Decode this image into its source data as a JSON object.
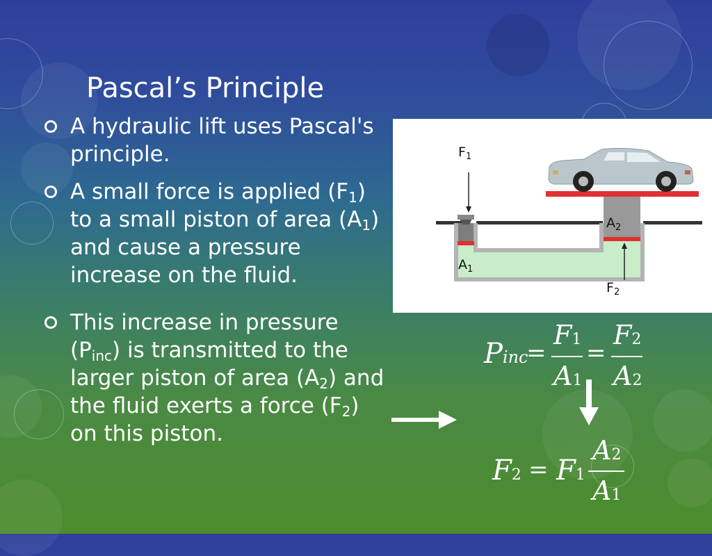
{
  "slide": {
    "title": "Pascal’s Principle"
  },
  "bullets": [
    {
      "text": "A hydraulic lift uses Pascal's principle."
    },
    {
      "p1": "A small force is applied (F",
      "s1": "1",
      "p2": ") to a small piston of area (A",
      "s2": "1",
      "p3": ") and cause a pressure increase on the fluid."
    },
    {
      "p1": "This increase in pressure (P",
      "s1": "inc",
      "p2": ") is transmitted to the larger piston of area (A",
      "s2": "2",
      "p3": ") and the fluid exerts a force (F",
      "s3": "2",
      "p4": ") on this piston."
    }
  ],
  "diagram": {
    "f1": {
      "main": "F",
      "sub": "1"
    },
    "a1": {
      "main": "A",
      "sub": "1"
    },
    "a2": {
      "main": "A",
      "sub": "2"
    },
    "f2": {
      "main": "F",
      "sub": "2"
    },
    "colors": {
      "platform": "#e03030",
      "fluid": "#c9ecc9",
      "container": "#b4b4b4",
      "car": "#b9c7cc"
    }
  },
  "equations": {
    "eq1": {
      "lhs": "P",
      "lhs_sub": "inc",
      "eq": "=",
      "n1": "F",
      "n1_sub": "1",
      "d1": "A",
      "d1_sub": "1",
      "n2": "F",
      "n2_sub": "2",
      "d2": "A",
      "d2_sub": "2"
    },
    "eq2": {
      "lhs": "F",
      "lhs_sub": "2",
      "eq": "=",
      "m": "F",
      "m_sub": "1",
      "n": "A",
      "n_sub": "2",
      "d": "A",
      "d_sub": "1"
    }
  }
}
